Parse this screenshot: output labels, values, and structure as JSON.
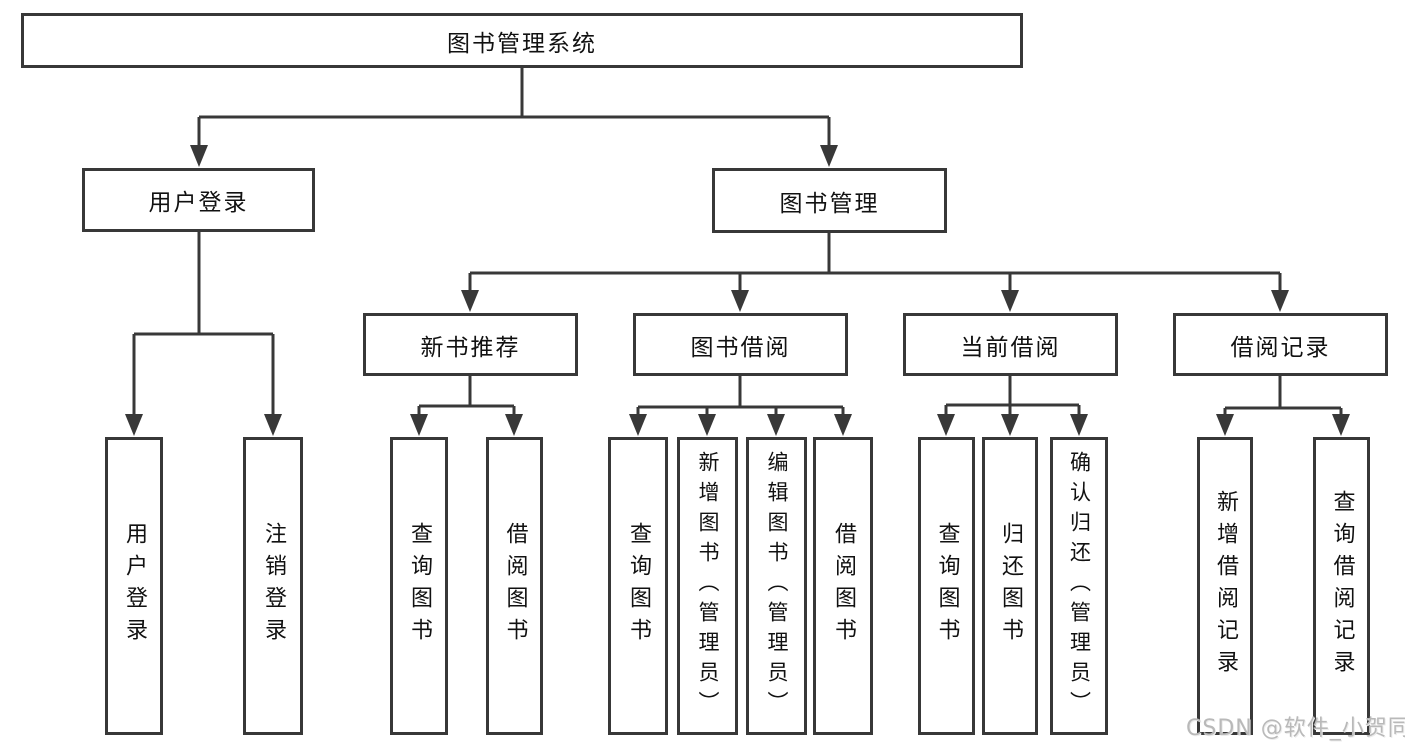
{
  "diagram": {
    "root": {
      "label": "图书管理系统"
    },
    "branches": [
      {
        "label": "用户登录",
        "children": [
          {
            "label": "用户登录"
          },
          {
            "label": "注销登录"
          }
        ]
      },
      {
        "label": "图书管理",
        "children": [
          {
            "label": "新书推荐",
            "children": [
              {
                "label": "查询图书"
              },
              {
                "label": "借阅图书"
              }
            ]
          },
          {
            "label": "图书借阅",
            "children": [
              {
                "label": "查询图书"
              },
              {
                "label": "新增图书（管理员）"
              },
              {
                "label": "编辑图书（管理员）"
              },
              {
                "label": "借阅图书"
              }
            ]
          },
          {
            "label": "当前借阅",
            "children": [
              {
                "label": "查询图书"
              },
              {
                "label": "归还图书"
              },
              {
                "label": "确认归还（管理员）"
              }
            ]
          },
          {
            "label": "借阅记录",
            "children": [
              {
                "label": "新增借阅记录"
              },
              {
                "label": "查询借阅记录"
              }
            ]
          }
        ]
      }
    ]
  },
  "watermark": {
    "text": "CSDN @软件_小贺同学"
  },
  "colors": {
    "line": "#383838",
    "text": "#111111",
    "node_background": "#ffffff",
    "page_background": "#ffffff",
    "watermark": "#b9b9b9"
  }
}
